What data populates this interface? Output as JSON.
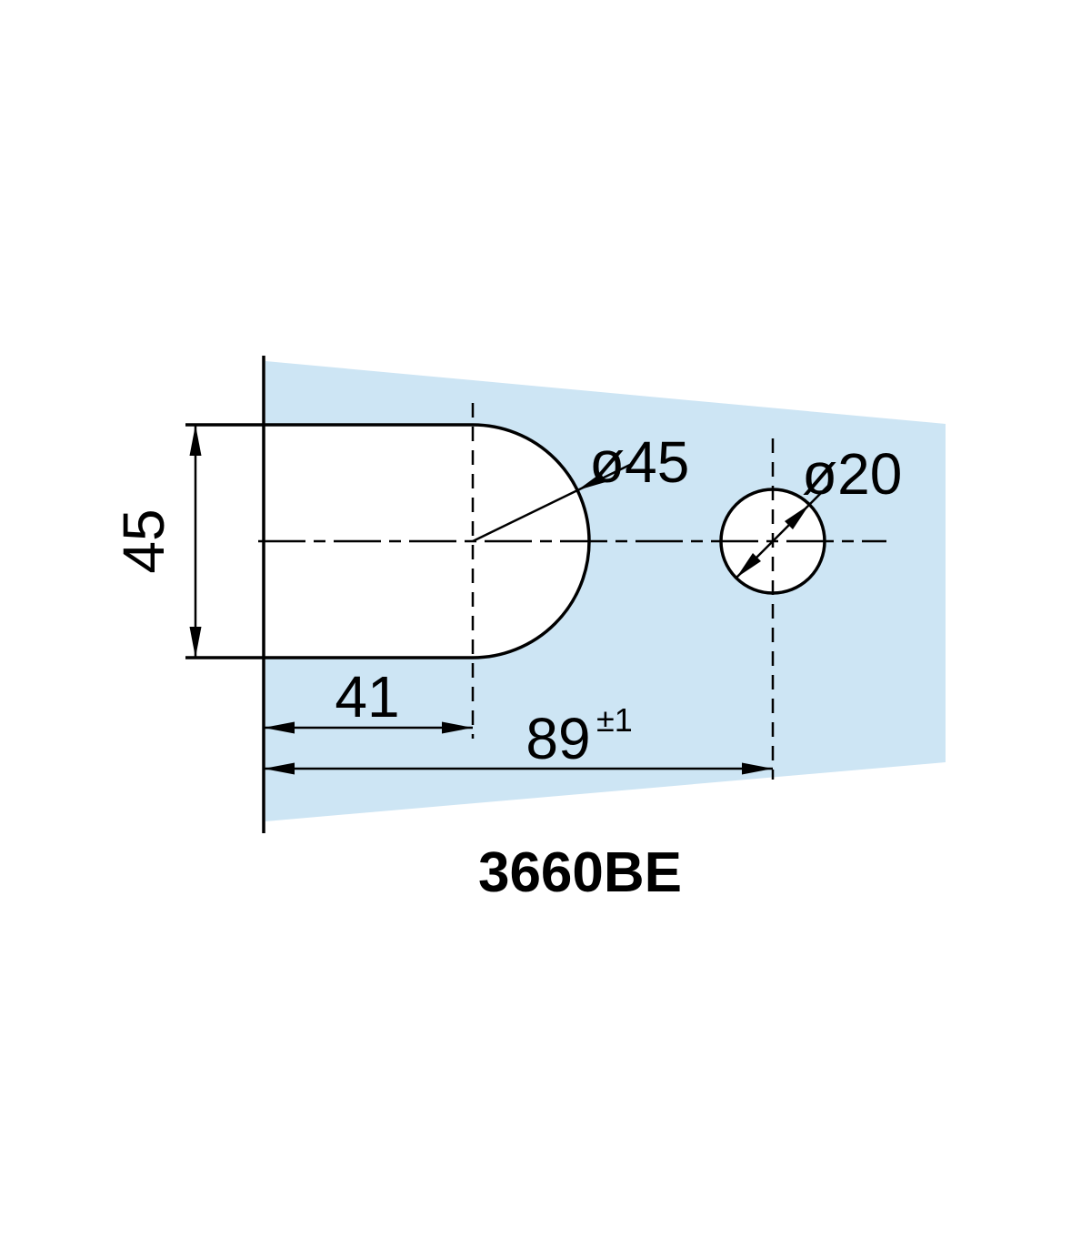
{
  "drawing": {
    "title": "3660BE",
    "labels": {
      "height": "45",
      "center_offset": "41",
      "hole_span": "89",
      "hole_span_tolerance": "±1",
      "body_diameter": "ø45",
      "hole_diameter": "ø20"
    },
    "colors": {
      "glass_fill": "#cde5f4",
      "line": "#000000",
      "background": "#ffffff"
    }
  }
}
